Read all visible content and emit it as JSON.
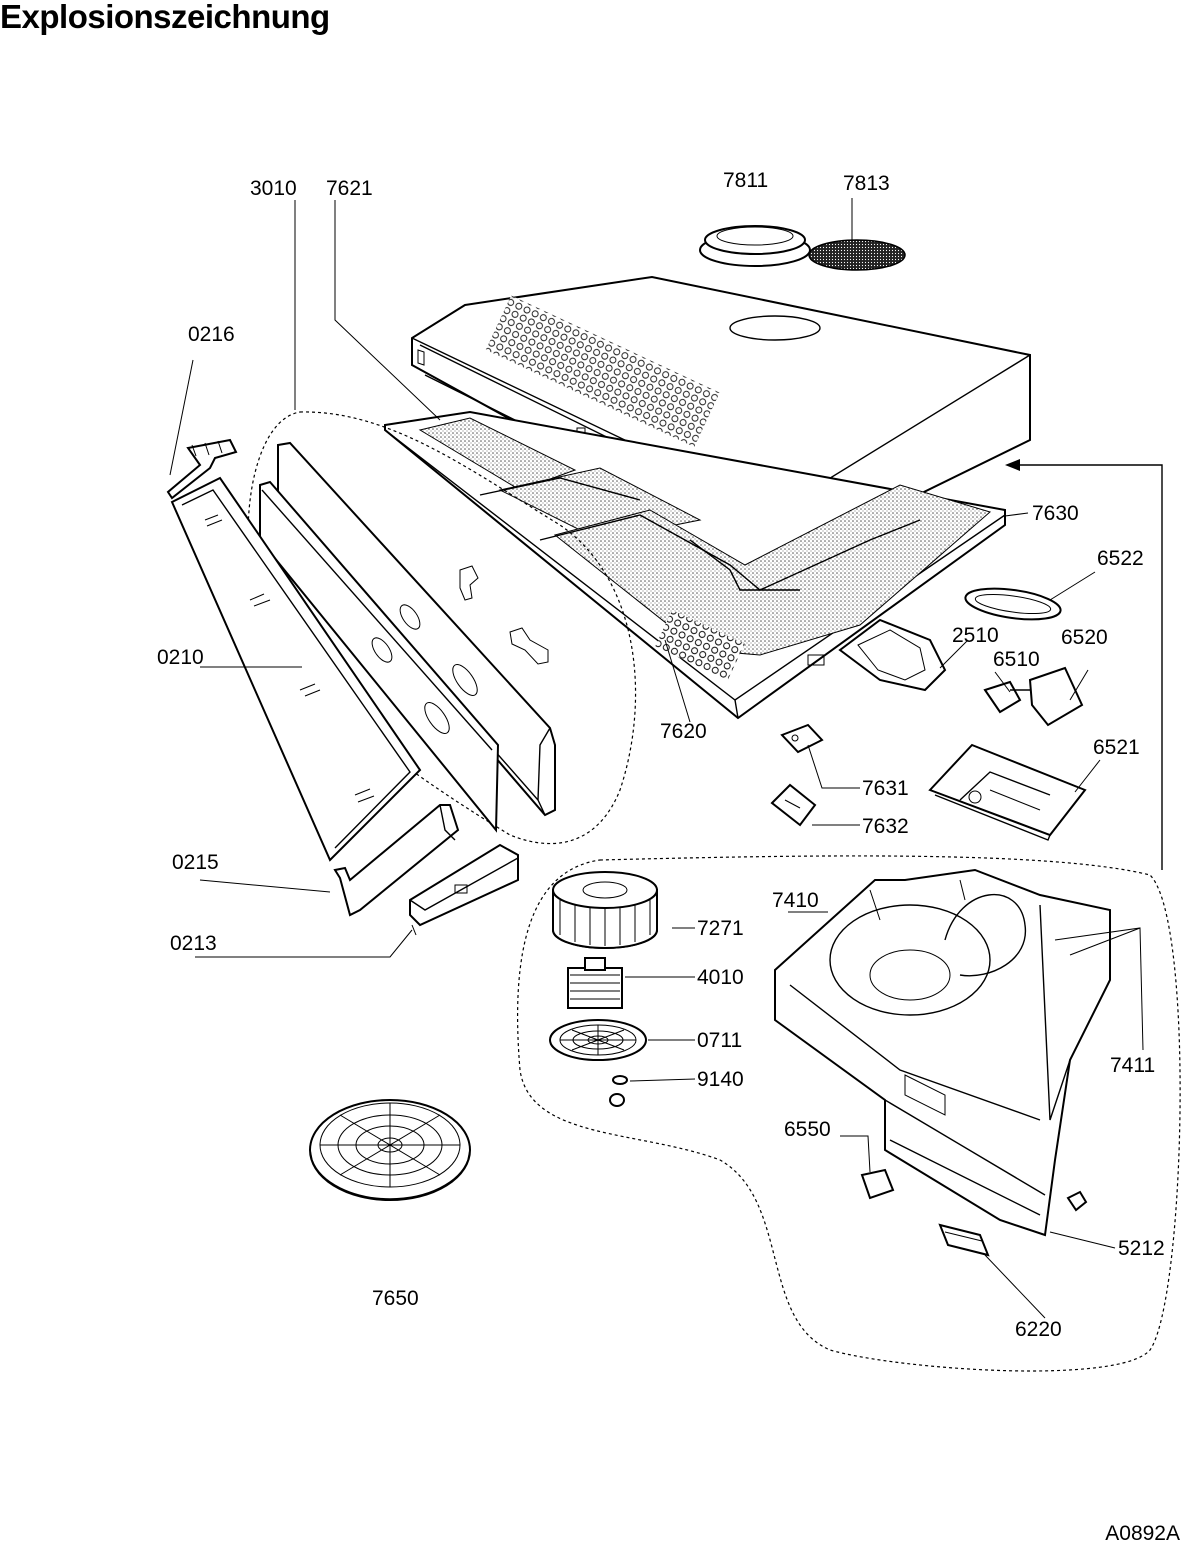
{
  "title": "Explosionszeichnung",
  "drawing_code": "A0892A",
  "parts": [
    {
      "id": "p7811",
      "label": "7811"
    },
    {
      "id": "p7813",
      "label": "7813"
    },
    {
      "id": "p3010",
      "label": "3010"
    },
    {
      "id": "p7621",
      "label": "7621"
    },
    {
      "id": "p0216",
      "label": "0216"
    },
    {
      "id": "p7630",
      "label": "7630"
    },
    {
      "id": "p6522",
      "label": "6522"
    },
    {
      "id": "p2510",
      "label": "2510"
    },
    {
      "id": "p6520",
      "label": "6520"
    },
    {
      "id": "p6510",
      "label": "6510"
    },
    {
      "id": "p0210",
      "label": "0210"
    },
    {
      "id": "p7620",
      "label": "7620"
    },
    {
      "id": "p6521",
      "label": "6521"
    },
    {
      "id": "p7631",
      "label": "7631"
    },
    {
      "id": "p7632",
      "label": "7632"
    },
    {
      "id": "p0215",
      "label": "0215"
    },
    {
      "id": "p7410",
      "label": "7410"
    },
    {
      "id": "p7271",
      "label": "7271"
    },
    {
      "id": "p0213",
      "label": "0213"
    },
    {
      "id": "p4010",
      "label": "4010"
    },
    {
      "id": "p0711",
      "label": "0711"
    },
    {
      "id": "p7411",
      "label": "7411"
    },
    {
      "id": "p9140",
      "label": "9140"
    },
    {
      "id": "p6550",
      "label": "6550"
    },
    {
      "id": "p5212",
      "label": "5212"
    },
    {
      "id": "p7650",
      "label": "7650"
    },
    {
      "id": "p6220",
      "label": "6220"
    }
  ]
}
